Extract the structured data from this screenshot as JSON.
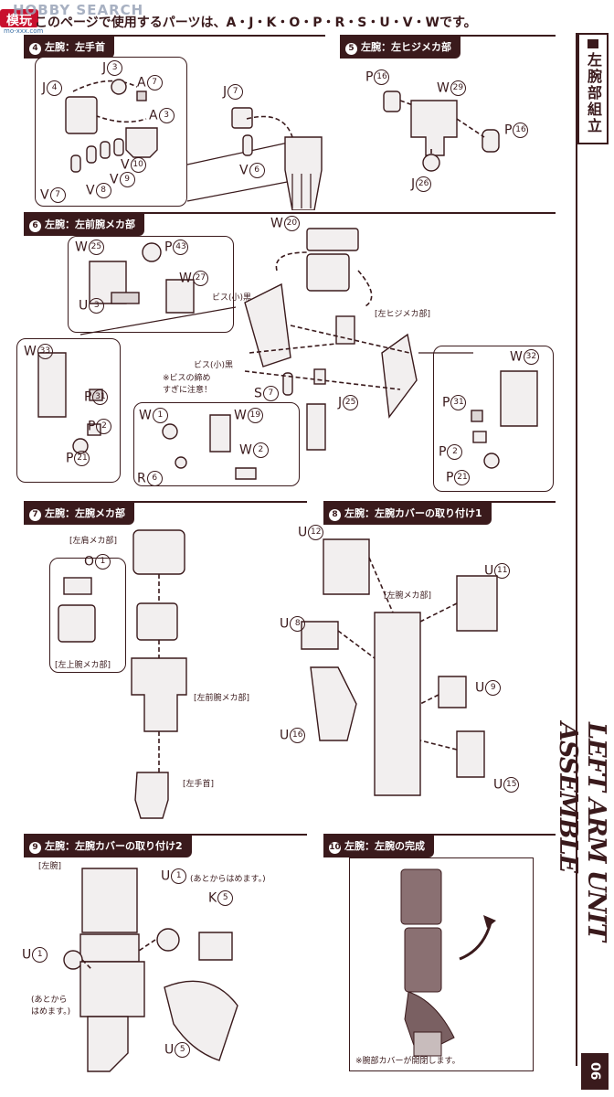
{
  "watermark": "HOBBY SEARCH",
  "logo": {
    "chars": "模玩",
    "sub": "mo-xxx.com"
  },
  "header": "このページで使用するパーツは、A・J・K・O・P・R・S・U・V・Wです。",
  "side_tab": "左腕部組立",
  "side_title": "LEFT ARM UNIT ASSEMBLE",
  "page_number": "06",
  "sections": {
    "s4": {
      "num": "4",
      "title": "左腕：左手首"
    },
    "s5": {
      "num": "5",
      "title": "左腕：左ヒジメカ部"
    },
    "s6": {
      "num": "6",
      "title": "左腕：左前腕メカ部"
    },
    "s7": {
      "num": "7",
      "title": "左腕：左腕メカ部"
    },
    "s8": {
      "num": "8",
      "title": "左腕：左腕カバーの取り付け1"
    },
    "s9": {
      "num": "9",
      "title": "左腕：左腕カバーの取り付け2"
    },
    "s10": {
      "num": "10",
      "title": "左腕：左腕の完成"
    }
  },
  "parts": {
    "s4": [
      [
        "J",
        "3"
      ],
      [
        "A",
        "7"
      ],
      [
        "J",
        "4"
      ],
      [
        "A",
        "3"
      ],
      [
        "V",
        "10"
      ],
      [
        "V",
        "9"
      ],
      [
        "V",
        "8"
      ],
      [
        "V",
        "7"
      ],
      [
        "J",
        "7"
      ],
      [
        "V",
        "6"
      ]
    ],
    "s5": [
      [
        "P",
        "16"
      ],
      [
        "W",
        "29"
      ],
      [
        "P",
        "16"
      ],
      [
        "J",
        "26"
      ]
    ],
    "s6": [
      [
        "W",
        "20"
      ],
      [
        "W",
        "25"
      ],
      [
        "P",
        "43"
      ],
      [
        "W",
        "27"
      ],
      [
        "U",
        "3"
      ],
      [
        "W",
        "33"
      ],
      [
        "P",
        "31"
      ],
      [
        "P",
        "2"
      ],
      [
        "P",
        "21"
      ],
      [
        "S",
        "7"
      ],
      [
        "J",
        "25"
      ],
      [
        "W",
        "1"
      ],
      [
        "W",
        "19"
      ],
      [
        "W",
        "2"
      ],
      [
        "R",
        "6"
      ],
      [
        "W",
        "32"
      ],
      [
        "P",
        "31"
      ],
      [
        "P",
        "2"
      ],
      [
        "P",
        "21"
      ]
    ],
    "s7": [
      [
        "O",
        "1"
      ]
    ],
    "s8": [
      [
        "U",
        "12"
      ],
      [
        "U",
        "11"
      ],
      [
        "U",
        "8"
      ],
      [
        "U",
        "9"
      ],
      [
        "U",
        "16"
      ],
      [
        "U",
        "15"
      ]
    ],
    "s9": [
      [
        "U",
        "1"
      ],
      [
        "K",
        "5"
      ],
      [
        "U",
        "1"
      ],
      [
        "U",
        "5"
      ]
    ]
  },
  "tags": {
    "screw1": "ビス(小)黒",
    "screw2": "ビス(小)黒",
    "left_elbow": "[左ヒジメカ部]",
    "screw_note": "※ビスの締め\nすぎに注意！",
    "left_shoulder": "[左肩メカ部]",
    "left_upper_arm": "[左上腕メカ部]",
    "left_forearm": "[左前腕メカ部]",
    "left_wrist": "[左手首]",
    "left_arm_mech": "[左腕メカ部]",
    "left_arm": "[左腕]",
    "later1": "(あとからはめます。)",
    "later2": "(あとから\nはめます。)",
    "cover_note": "※腕部カバーが開閉します。"
  },
  "colors": {
    "ink": "#3a1a1c",
    "brand": "#c8102e"
  }
}
